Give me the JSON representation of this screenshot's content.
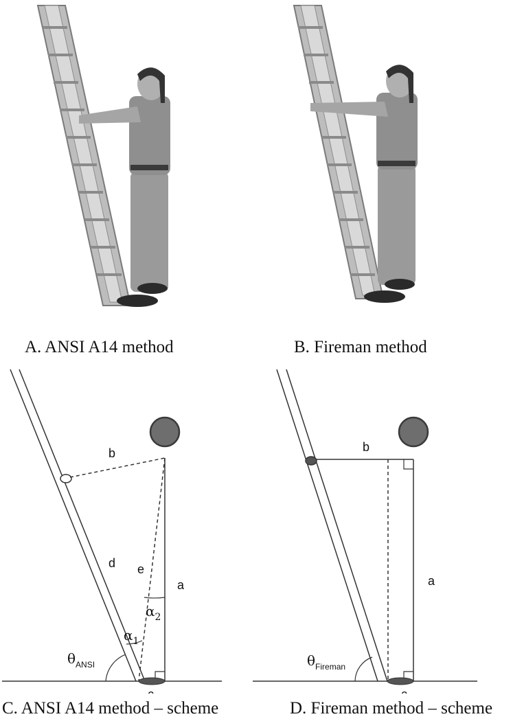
{
  "panels": {
    "a": {
      "caption": "A. ANSI A14 method"
    },
    "b": {
      "caption": "B. Fireman method"
    },
    "c": {
      "caption": "C. ANSI A14 method – scheme",
      "labels": {
        "b": "b",
        "d": "d",
        "e": "e",
        "a": "a",
        "c": "c",
        "alpha": "α",
        "alpha1_sub": "1",
        "alpha2_sub": "2",
        "theta": "θ",
        "theta_sub": "ANSI"
      }
    },
    "d": {
      "caption": "D. Fireman method – scheme",
      "labels": {
        "b": "b",
        "a": "a",
        "c": "c",
        "theta": "θ",
        "theta_sub": "Fireman"
      }
    }
  },
  "colors": {
    "head": "#6e6e6e",
    "head_stroke": "#3a3a3a",
    "foot": "#555555",
    "line": "#333333"
  }
}
